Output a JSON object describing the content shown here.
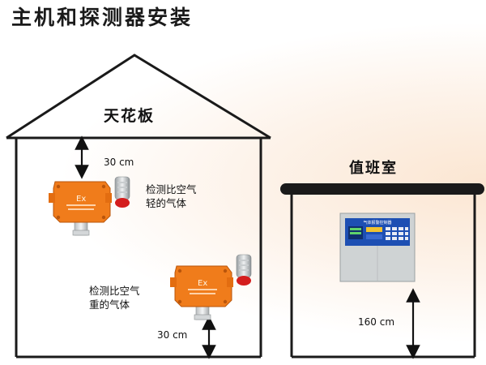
{
  "title": "主机和探测器安装",
  "house": {
    "ceiling_label": "天花板"
  },
  "detectors": [
    {
      "distance_label": "30 cm",
      "note_line1": "检测比空气",
      "note_line2": "轻的气体",
      "badge": "Ex"
    },
    {
      "distance_label": "30 cm",
      "note_line1": "检测比空气",
      "note_line2": "重的气体",
      "badge": "Ex"
    }
  ],
  "duty_room": {
    "label": "值班室",
    "height_label": "160 cm",
    "panel_title": "气体报警控制器"
  },
  "colors": {
    "detector_orange": "#f07c1b",
    "panel_gray": "#cfd3d4",
    "panel_screen": "#1d4fb3",
    "line": "#1a1a1a"
  }
}
